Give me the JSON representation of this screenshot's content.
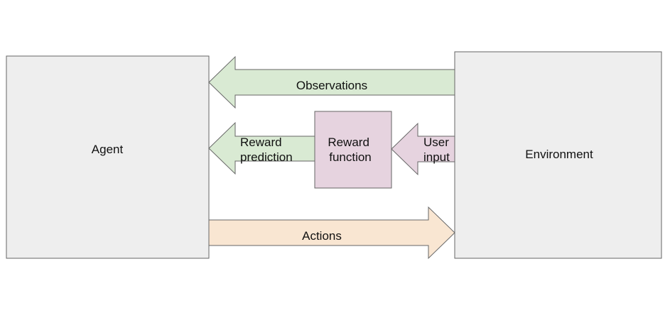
{
  "nodes": {
    "agent": "Agent",
    "environment": "Environment",
    "reward_function": [
      "Reward",
      "function"
    ]
  },
  "arrows": {
    "observations": "Observations",
    "reward_prediction": [
      "Reward",
      "prediction"
    ],
    "user_input": [
      "User",
      "input"
    ],
    "actions": "Actions"
  },
  "colors": {
    "box_fill": "#eeeeee",
    "box_stroke": "#666666",
    "green_arrow": "#d9ead3",
    "orange_arrow": "#f9e6d2",
    "purple_box": "#e6d3df"
  }
}
